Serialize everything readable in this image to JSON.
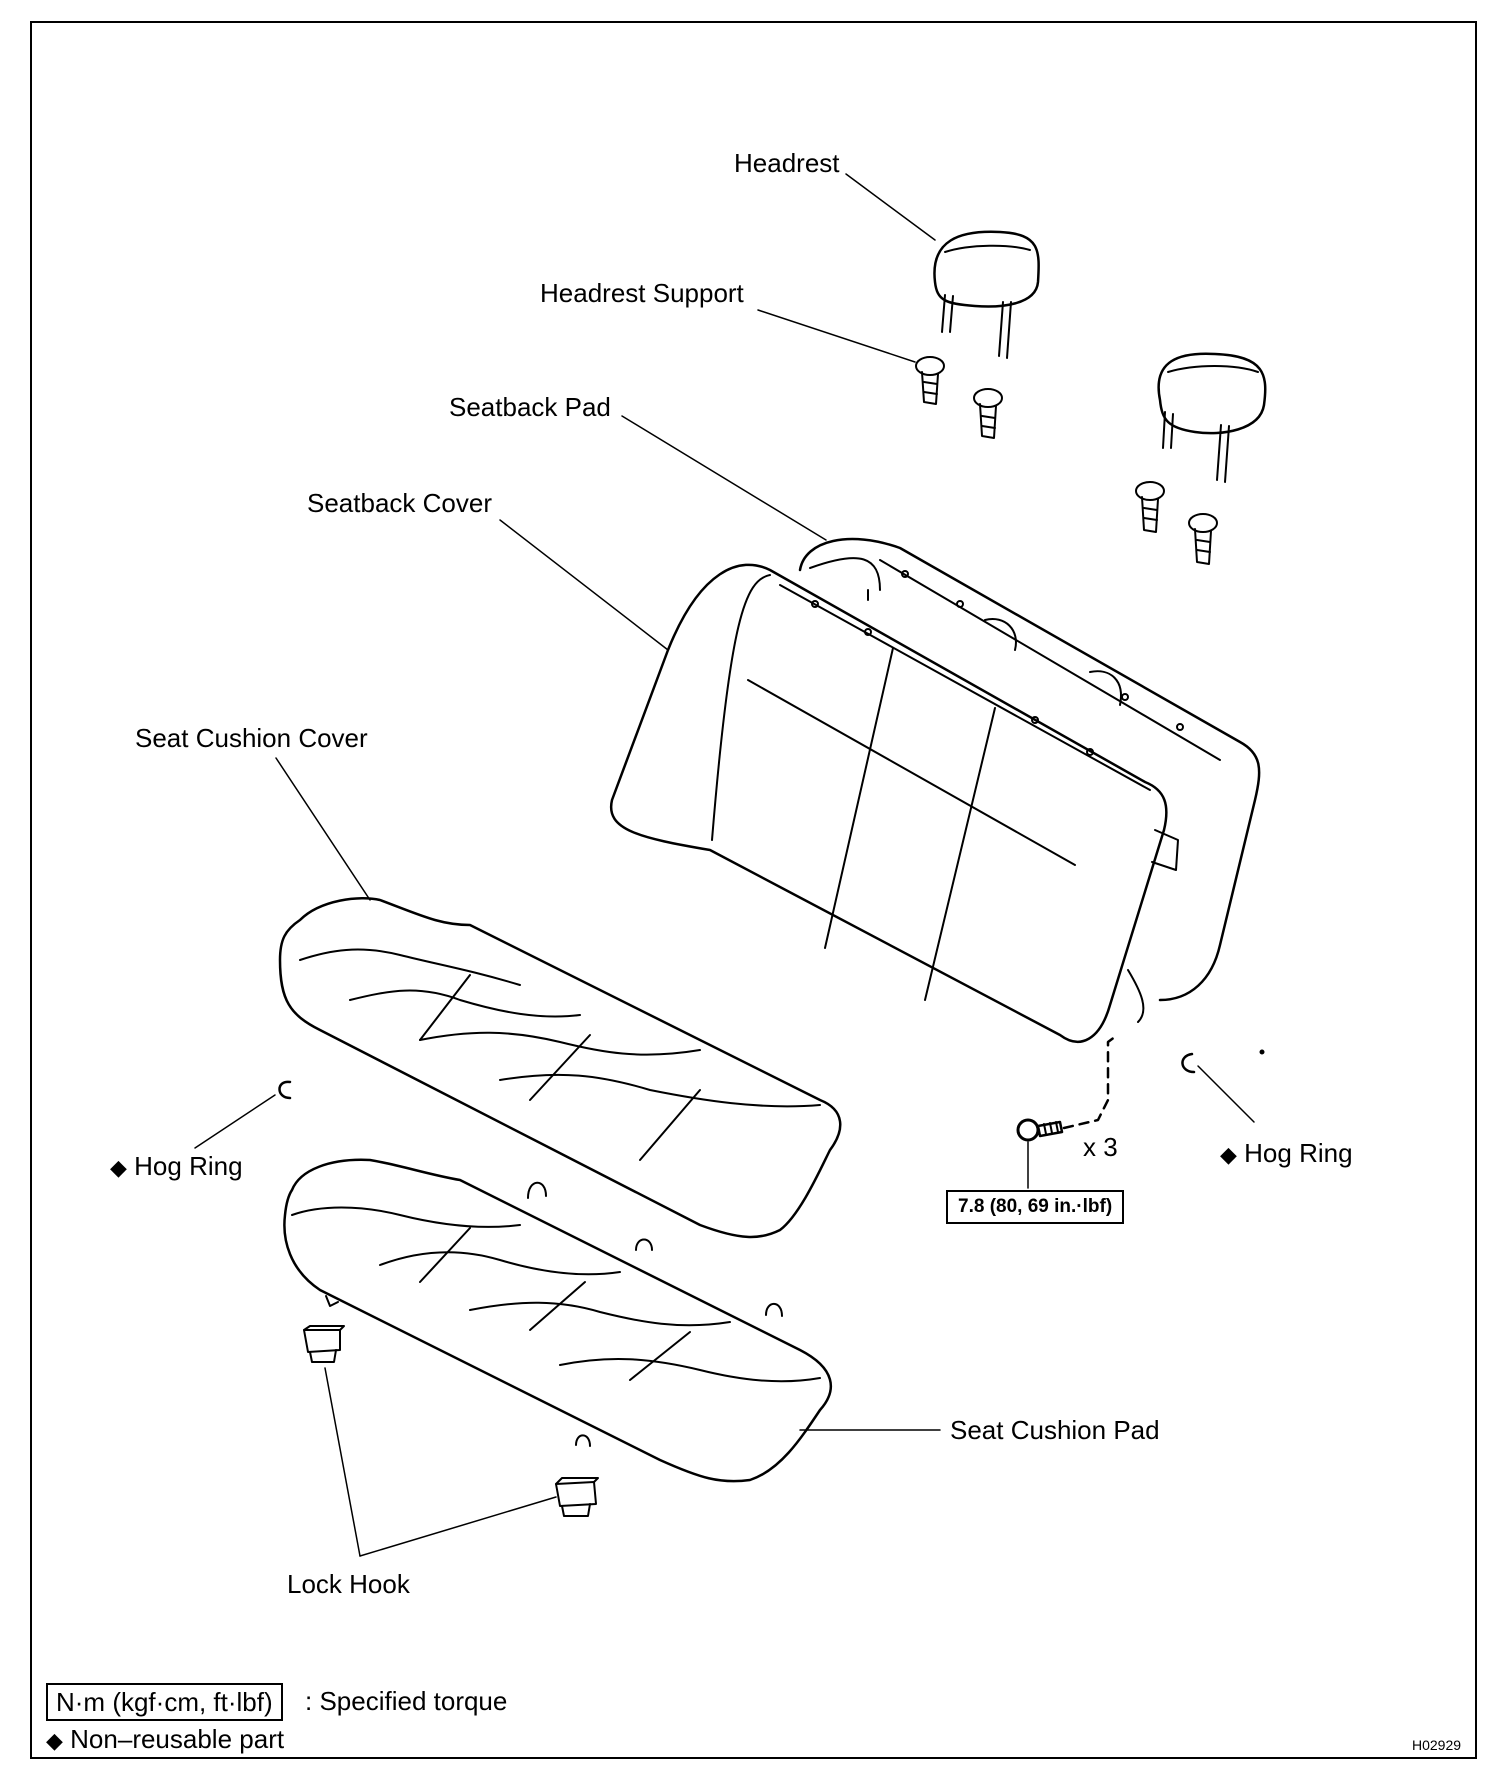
{
  "labels": {
    "headrest": "Headrest",
    "headrest_support": "Headrest Support",
    "seatback_pad": "Seatback Pad",
    "seatback_cover": "Seatback Cover",
    "seat_cushion_cover": "Seat Cushion Cover",
    "hog_ring_left": "Hog Ring",
    "hog_ring_right": "Hog Ring",
    "seat_cushion_pad": "Seat Cushion Pad",
    "lock_hook": "Lock Hook",
    "bolt_qty": "x 3"
  },
  "torque": {
    "value": "7.8 (80, 69 in.·lbf)"
  },
  "legend": {
    "unit_box": "N·m (kgf·cm, ft·lbf)",
    "unit_desc": ": Specified torque",
    "nonreusable_symbol": "◆",
    "nonreusable_desc": "Non–reusable part"
  },
  "figure_id": "H02929"
}
